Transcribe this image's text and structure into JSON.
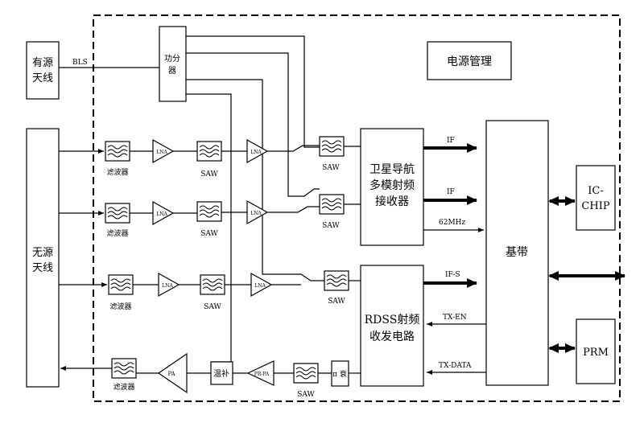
{
  "blocks": {
    "active_antenna": [
      "有源",
      "天线"
    ],
    "passive_antenna": [
      "无源",
      "天线"
    ],
    "splitter": [
      "功分",
      "器"
    ],
    "power_mgmt": "电源管理",
    "nav_rx": [
      "卫星导航",
      "多模射频",
      "接收器"
    ],
    "rdss": [
      "RDSS射频",
      "收发电路"
    ],
    "baseband": "基带",
    "ic_chip": [
      "IC-",
      "CHIP"
    ],
    "prm": "PRM"
  },
  "labels": {
    "bls": "BLS",
    "filter": "滤波器",
    "lna": "LNA",
    "saw": "SAW",
    "pa": "PA",
    "temp_comp": "温补",
    "pr_pa": "PR-PA",
    "attenuator": "π 衰",
    "if": "IF",
    "if_s": "IF-S",
    "mhz62": "62MHz",
    "tx_en": "TX-EN",
    "tx_data": "TX-DATA"
  }
}
